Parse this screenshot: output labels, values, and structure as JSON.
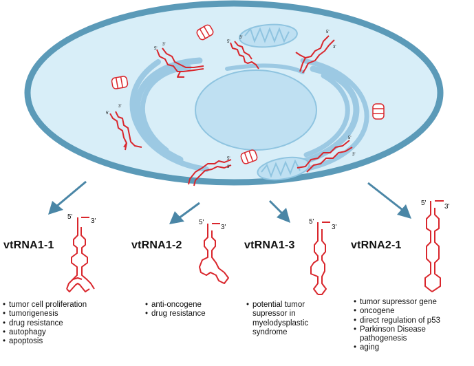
{
  "cell": {
    "prime_5": "5'",
    "prime_3": "3'"
  },
  "colors": {
    "cell_membrane": "#5b9ab8",
    "cytoplasm": "#d8eef8",
    "nucleus": "#bfe0f2",
    "er": "#9cc9e3",
    "rna": "#d9262c",
    "arrow": "#4a86a6"
  },
  "vtrnas": [
    {
      "name": "vtRNA1-1",
      "five_prime": "5'",
      "three_prime": "3'",
      "functions": [
        "tumor cell proliferation",
        "tumorigenesis",
        "drug resistance",
        "autophagy",
        "apoptosis"
      ]
    },
    {
      "name": "vtRNA1-2",
      "five_prime": "5'",
      "three_prime": "3'",
      "functions": [
        "anti-oncogene",
        "drug resistance"
      ]
    },
    {
      "name": "vtRNA1-3",
      "five_prime": "5'",
      "three_prime": "3'",
      "functions": [
        "potential tumor supressor in myelodysplastic syndrome"
      ]
    },
    {
      "name": "vtRNA2-1",
      "five_prime": "5'",
      "three_prime": "3'",
      "functions": [
        "tumor supressor gene",
        "oncogene",
        "direct regulation of p53",
        "Parkinson Disease pathogenesis",
        "aging"
      ]
    }
  ]
}
